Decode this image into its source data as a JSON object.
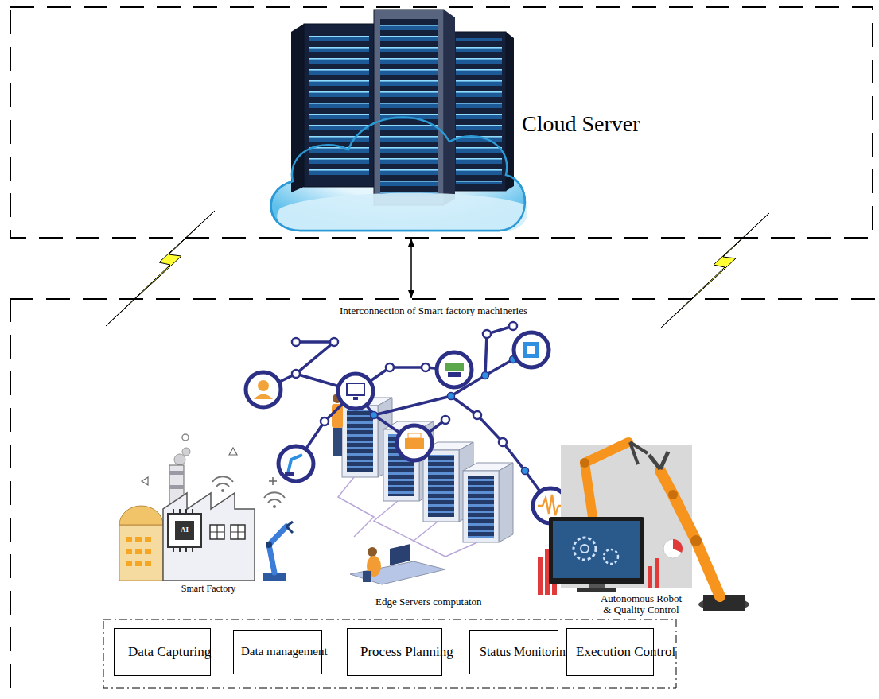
{
  "diagram": {
    "nodes": [
      {
        "text": [
          "Cloud Server"
        ]
      },
      {
        "text": [
          "Interconnection of Smart factory machineries"
        ]
      },
      {
        "text": [
          "Data Capturing"
        ],
        "in": 1
      },
      {
        "text": [
          "Data management"
        ],
        "in": 1
      },
      {
        "text": [
          "Process Planning"
        ],
        "in": 1
      },
      {
        "text": [
          "Status Monitoring"
        ],
        "in": 1
      },
      {
        "text": [
          "Execution Control"
        ],
        "in": 1
      }
    ],
    "edges": [
      {
        "from": 0,
        "to": 1,
        "arrow": "both"
      }
    ],
    "labels": [
      "AI",
      "Smart Factory",
      "Edge Servers computaton",
      "Autonomous Robot & Quality Control"
    ]
  }
}
